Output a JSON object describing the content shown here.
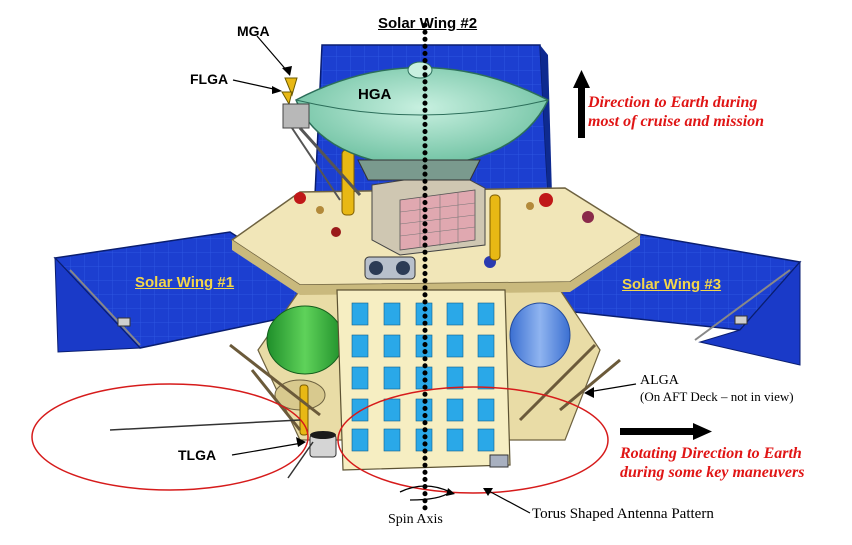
{
  "labels": {
    "solar_wing_2": "Solar Wing #2",
    "solar_wing_1": "Solar Wing #1",
    "solar_wing_3": "Solar Wing #3",
    "mga": "MGA",
    "flga": "FLGA",
    "hga": "HGA",
    "tlga": "TLGA",
    "alga": "ALGA",
    "alga_note": "(On AFT Deck – not in view)",
    "spin_axis": "Spin Axis",
    "torus": "Torus Shaped Antenna Pattern"
  },
  "notes": {
    "earth_cruise_line1": "Direction to Earth during",
    "earth_cruise_line2": "most of cruise and mission",
    "earth_maneuver_line1": "Rotating Direction to Earth",
    "earth_maneuver_line2": "during some key maneuvers"
  },
  "colors": {
    "solar_panel": "#1a3ccc",
    "deck": "#f1e6b8",
    "hga_dish": "#8fd3b8",
    "note_red": "#e01515",
    "wing_label": "#f3d64a"
  }
}
